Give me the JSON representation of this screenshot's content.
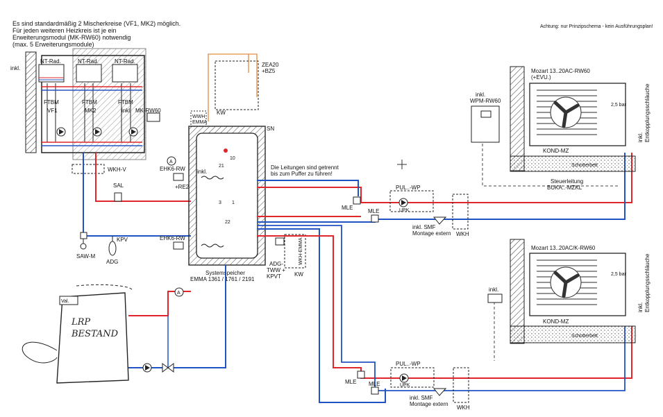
{
  "notes": {
    "top_left_1": "Es sind standardmäßig 2 Mischerkreise (VF1, MK2) möglich.",
    "top_left_2": "Für jeden weiteren Heizkreis ist je ein",
    "top_left_3": "Erweiterungsmodul (MK-RW60) notwendig",
    "top_left_4": "(max. 5 Erweiterungsmodule)",
    "top_right": "Achtung: nur Prinzipschema - kein Ausführungsplan!"
  },
  "heating": {
    "inkl_left": "inkl.",
    "nt_rad_1": "NT-Rad.",
    "nt_rad_2": "NT-Rad.",
    "nt_rad_3": "NT-Rad.",
    "ftbm_1": "FTBM",
    "ftbm_2": "FTBM",
    "ftbm_3": "FTBM",
    "vf1": "VF1",
    "mk2": "MK2",
    "inkl_mk": "inkl.",
    "mk_rw60": "MK-RW60",
    "wkh_v": "WKH-V",
    "sal": "SAL",
    "saw_m": "SAW-M",
    "kpv": "KPV",
    "adg": "ADG"
  },
  "storage": {
    "zea_1": "ZEA20",
    "zea_2": "+BZ5",
    "kw_top": "KW",
    "wwh_1": "WWH",
    "wwh_2": "EMMA",
    "sn": "SN",
    "ehk_top": "EHK6-RW",
    "inkl_ehk": "inkl.",
    "re2": "+RE2",
    "ehk_bottom": "EHK6-RW",
    "note_1": "Die Leitungen sind getrennt",
    "note_2": "bis zum Puffer zu führen!",
    "sys_1": "Systemspeicher",
    "sys_2": "EMMA 1361 / 1761 / 2191",
    "adg_tww_1": "ADG-",
    "adg_tww_2": "TWW +",
    "adg_tww_3": "KPVT",
    "wkh_emma": "WKH-EMMA",
    "kw_bottom": "KW",
    "sensor_10": "10",
    "sensor_21": "21",
    "sensor_22": "22",
    "sensor_3": "3",
    "sensor_1": "1"
  },
  "boiler": {
    "label": "LRP",
    "label2": "BESTAND",
    "tag": "Val."
  },
  "circuit_top": {
    "mle_a": "MLE",
    "mle_b": "MLE",
    "pul_wp": "PUL..-WP",
    "upk": "UPK",
    "smf_1": "inkl. SMF",
    "smf_2": "Montage extern",
    "wkh": "WKH",
    "wpm_1": "inkl.",
    "wpm_2": "WPM-RW60",
    "steuer_1": "Steuerleitung",
    "steuer_2": "BUKA..-MZKL",
    "mozart_1": "Mozart 13..20AC-RW60",
    "mozart_2": "(+EVU.)",
    "kond": "KOND-MZ",
    "schotter": "Schotterbett",
    "entk_1": "inkl.",
    "entk_2": "Entkopplungsschläuche",
    "bar": "2,5 bar"
  },
  "circuit_bottom": {
    "mle_a": "MLE",
    "mle_b": "MLE",
    "pul_wp": "PUL..-WP",
    "upk": "UPK",
    "smf_1": "inkl. SMF",
    "smf_2": "Montage extern",
    "wkh": "WKH",
    "inkl": "inkl.",
    "mozart_1": "Mozart 13..20AC/K-RW60",
    "kond": "KOND-MZ",
    "schotter": "Schotterbett",
    "entk_1": "inkl.",
    "entk_2": "Entkopplungsschläuche",
    "bar": "2,5 bar"
  },
  "colors": {
    "supply": "#e0262a",
    "return": "#2253c4",
    "cold_water": "#e8a060",
    "line": "#222222",
    "green": "#3a9a3a"
  }
}
